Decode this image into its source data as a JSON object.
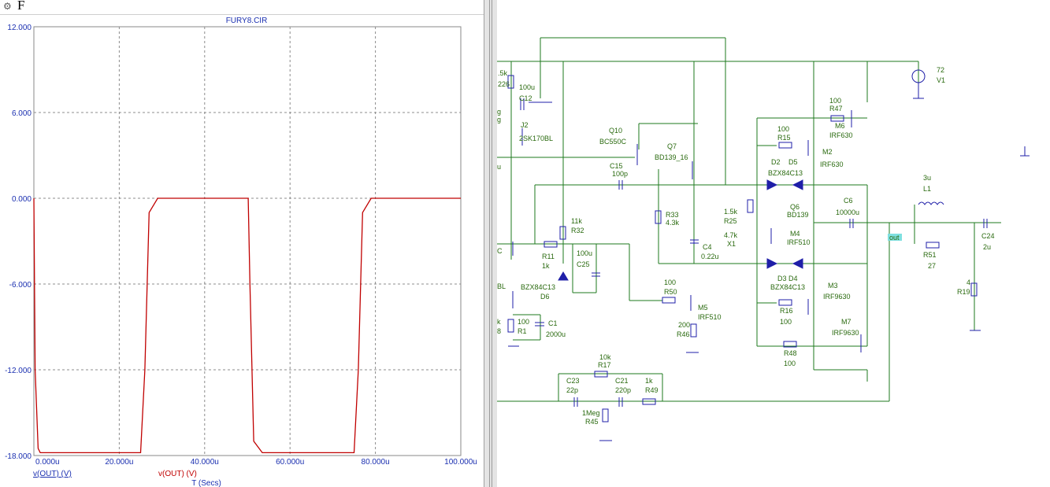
{
  "window": {
    "title_letter": "F",
    "plot_title": "FURY8.CIR"
  },
  "colors": {
    "axis_text": "#1a2fb0",
    "trace": "#c00000",
    "wire": "#1e7a1e",
    "component": "#1f1fa8",
    "component_label": "#2a6a0f",
    "net_label_bg": "#7fe0e0"
  },
  "plot": {
    "x_ticks": [
      "0.000u",
      "20.000u",
      "40.000u",
      "60.000u",
      "80.000u",
      "100.000u"
    ],
    "y_ticks": [
      "12.000",
      "6.000",
      "0.000",
      "-6.000",
      "-12.000",
      "-18.000"
    ],
    "legend_left": "v(OUT) (V)",
    "legend_mid": "v(OUT) (V)",
    "x_axis_title": "T (Secs)"
  },
  "chart_data": {
    "type": "line",
    "title": "FURY8.CIR",
    "xlabel": "T (Secs)",
    "ylabel": "v(OUT) (V)",
    "xlim": [
      0,
      100
    ],
    "ylim": [
      -18,
      12
    ],
    "x_unit": "u",
    "grid": true,
    "series": [
      {
        "name": "v(OUT) (V)",
        "x": [
          0,
          0.3,
          1.0,
          1.5,
          25.0,
          26.0,
          27.0,
          29.0,
          50.2,
          50.6,
          51.5,
          53.5,
          75.0,
          76.0,
          77.0,
          79.0,
          100.0
        ],
        "y": [
          0.0,
          -12.0,
          -17.5,
          -17.8,
          -17.8,
          -12.0,
          -1.0,
          0.0,
          0.0,
          -6.0,
          -17.0,
          -17.8,
          -17.8,
          -12.0,
          -1.0,
          0.0,
          0.0
        ]
      }
    ]
  },
  "schematic": {
    "labels": [
      ".5k",
      "226",
      "100u",
      "C12",
      "J2",
      "2SK170BL",
      "g",
      "g",
      "u",
      "Q10",
      "BC550C",
      "Q7",
      "BD139_16",
      "C15",
      "100p",
      "100",
      "R47",
      "M6",
      "IRF630",
      "100",
      "R15",
      "M2",
      "IRF630",
      "72",
      "V1",
      "D2",
      "D5",
      "BZX84C13",
      "11k",
      "R32",
      "R33",
      "4.3k",
      "1.5k",
      "R25",
      "Q6",
      "BD139",
      "C6",
      "10000u",
      "3u",
      "L1",
      "4.7k",
      "X1",
      "M4",
      "IRF510",
      "C",
      "R11",
      "1k",
      "100u",
      "C25",
      "C4",
      "0.22u",
      "out",
      "R51",
      "27",
      "C24",
      "2u",
      "BL",
      "BZX84C13",
      "D6",
      "D3",
      "D4",
      "BZX84C13",
      "M3",
      "IRF9630",
      "4",
      "R19",
      "100",
      "R50",
      "M5",
      "IRF510",
      "R16",
      "100",
      "k",
      "8",
      "100",
      "R1",
      "C1",
      "2000u",
      "200",
      "R46",
      "M7",
      "IRF9630",
      "R48",
      "100",
      "10k",
      "R17",
      "C23",
      "22p",
      "C21",
      "220p",
      "1k",
      "R49",
      "1Meg",
      "R45"
    ]
  }
}
